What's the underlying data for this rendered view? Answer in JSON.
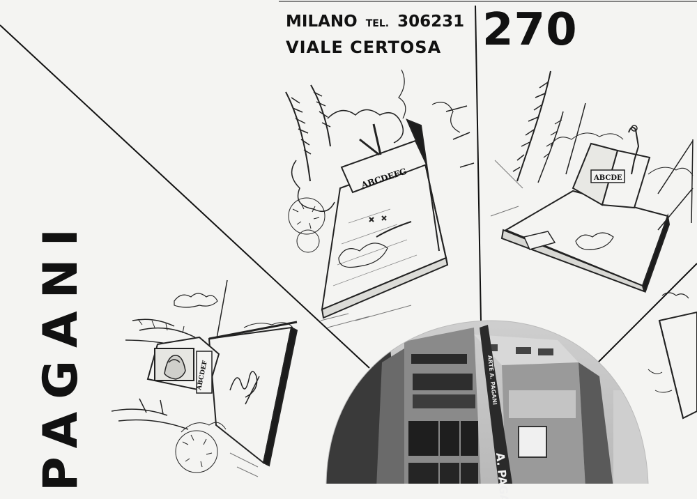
{
  "header": {
    "city": "MILANO",
    "tel_label": "TEL.",
    "tel_number": "306231",
    "street": "VIALE CERTOSA",
    "street_number": "270"
  },
  "brand": {
    "name": "PAGANI"
  },
  "illustrations": {
    "plaque_text_center": "ABCDEFG",
    "plaque_text_right": "ABCDE",
    "plaque_text_left": "ABCDEF"
  },
  "photo": {
    "shop_sign": "A. PAGA",
    "vertical_sign": "ARTE A. PAGANI"
  },
  "colors": {
    "ink": "#111111",
    "paper": "#f4f4f2",
    "photo_dark": "#3a3a3a",
    "photo_mid": "#8a8a8a",
    "photo_light": "#cfcfcf"
  }
}
